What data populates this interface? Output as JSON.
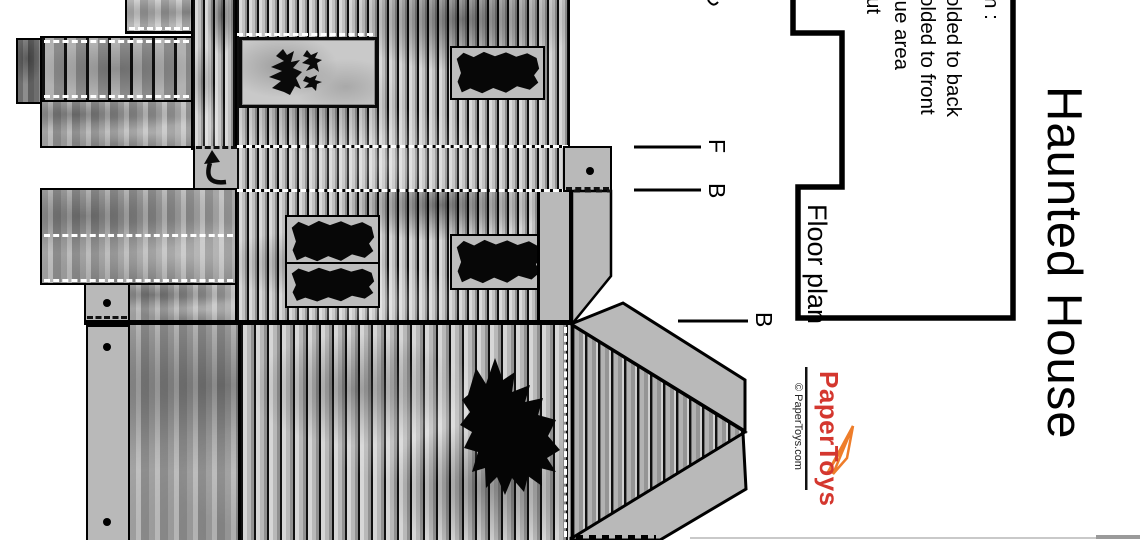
{
  "doc": {
    "title": "Haunted House",
    "floor_plan_label": "Floor plan",
    "legend_fragments": [
      "n :",
      "olded to back",
      "olded to front",
      "lue area",
      "ut"
    ],
    "fold_markers": [
      {
        "label": "F"
      },
      {
        "label": "B"
      },
      {
        "label": "B"
      }
    ],
    "logo": {
      "brand": "PaperToys",
      "copyright": "© PaperToys.com"
    },
    "colors": {
      "brand_red": "#d4372f",
      "brand_orange": "#ee7d2a",
      "tab_gray": "#b9b9b9",
      "outline_black": "#000000"
    }
  }
}
